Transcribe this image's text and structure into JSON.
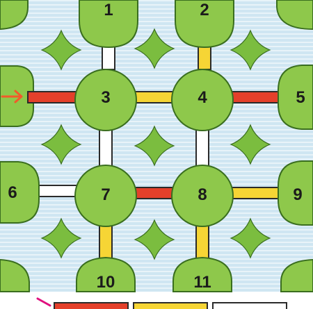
{
  "board": {
    "colors": {
      "water": "#cfe6f2",
      "water_lines": "#e8f3f9",
      "island_fill": "#8ec84b",
      "island_stroke": "#3a6e1f",
      "diamond_fill": "#7bbd3f",
      "bridge_red": "#e4402b",
      "bridge_yellow": "#f6d535",
      "bridge_white": "#ffffff",
      "start_arrow": "#f25a2a",
      "legend_arrow": "#e0107e"
    },
    "islands": [
      {
        "id": "1",
        "label": "1"
      },
      {
        "id": "2",
        "label": "2"
      },
      {
        "id": "3",
        "label": "3"
      },
      {
        "id": "4",
        "label": "4"
      },
      {
        "id": "5",
        "label": "5"
      },
      {
        "id": "6",
        "label": "6"
      },
      {
        "id": "7",
        "label": "7"
      },
      {
        "id": "8",
        "label": "8"
      },
      {
        "id": "9",
        "label": "9"
      },
      {
        "id": "10",
        "label": "10"
      },
      {
        "id": "11",
        "label": "11"
      }
    ],
    "bridges": [
      {
        "from": "start",
        "to": "3",
        "color": "red"
      },
      {
        "from": "1",
        "to": "3",
        "color": "white"
      },
      {
        "from": "2",
        "to": "4",
        "color": "yellow"
      },
      {
        "from": "3",
        "to": "4",
        "color": "yellow"
      },
      {
        "from": "4",
        "to": "5",
        "color": "red"
      },
      {
        "from": "3",
        "to": "7",
        "color": "white"
      },
      {
        "from": "4",
        "to": "8",
        "color": "white"
      },
      {
        "from": "6",
        "to": "7",
        "color": "white"
      },
      {
        "from": "7",
        "to": "8",
        "color": "red"
      },
      {
        "from": "8",
        "to": "9",
        "color": "yellow"
      },
      {
        "from": "7",
        "to": "10",
        "color": "yellow"
      },
      {
        "from": "8",
        "to": "11",
        "color": "yellow"
      }
    ],
    "legend": [
      "red",
      "yellow",
      "white"
    ]
  }
}
